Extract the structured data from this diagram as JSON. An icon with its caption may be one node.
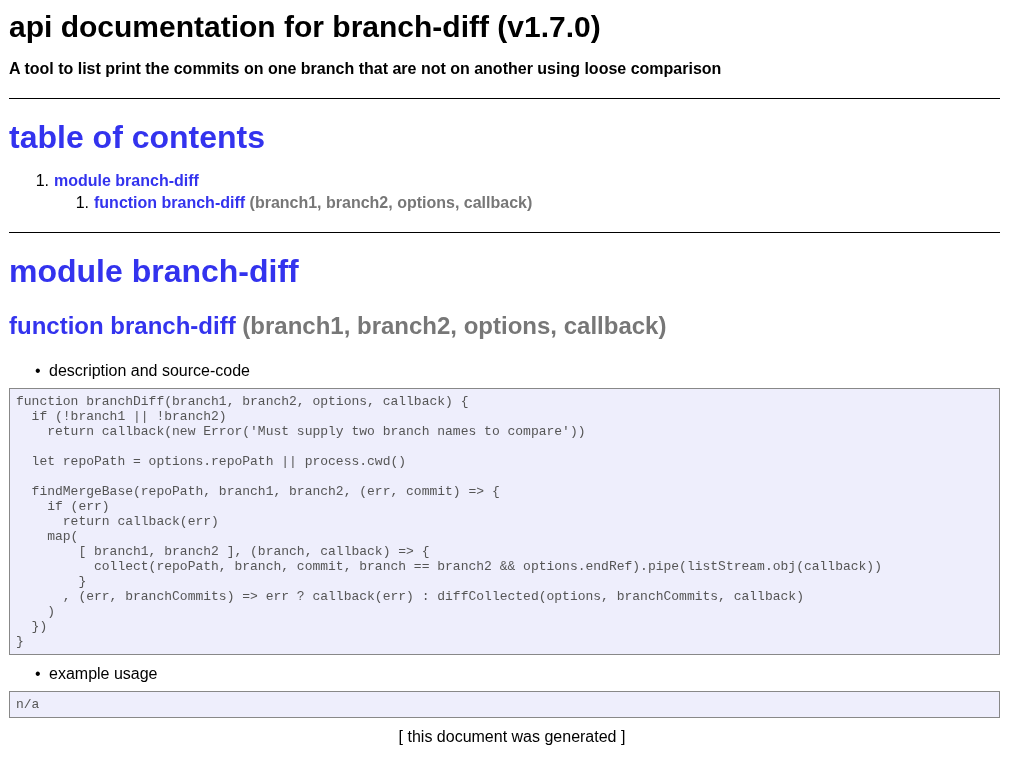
{
  "diagram": {
    "title": "api documentation for branch-diff (v1.7.0)",
    "labels": [
      "A tool to list print the commits on one branch that are not on another using loose comparison",
      "table of contents",
      "1.",
      "module branch-diff",
      "1.",
      "function branch-diff",
      "(branch1, branch2, options, callback)",
      "module branch-diff",
      "function branch-diff",
      "(branch1, branch2, options, callback)",
      "•",
      "description and source-code",
      "function branchDiff(branch1, branch2, options, callback) {",
      "  if (!branch1 || !branch2)",
      "    return callback(new Error('Must supply two branch names to compare'))",
      "  let repoPath = options.repoPath || process.cwd()",
      "  findMergeBase(repoPath, branch1, branch2, (err, commit) => {",
      "    if (err)",
      "      return callback(err)",
      "    map(",
      "        [ branch1, branch2 ], (branch, callback) => {",
      "          collect(repoPath, branch, commit, branch == branch2 && options.endRef).pipe(listStream.obj(callback))",
      "        }",
      "      , (err, branchCommits) => err ? callback(err) : diffCollected(options, branchCommits, callback)",
      "    )",
      "  })",
      "}",
      "•",
      "example usage",
      "n/a",
      "[ this document was generated ]"
    ]
  }
}
